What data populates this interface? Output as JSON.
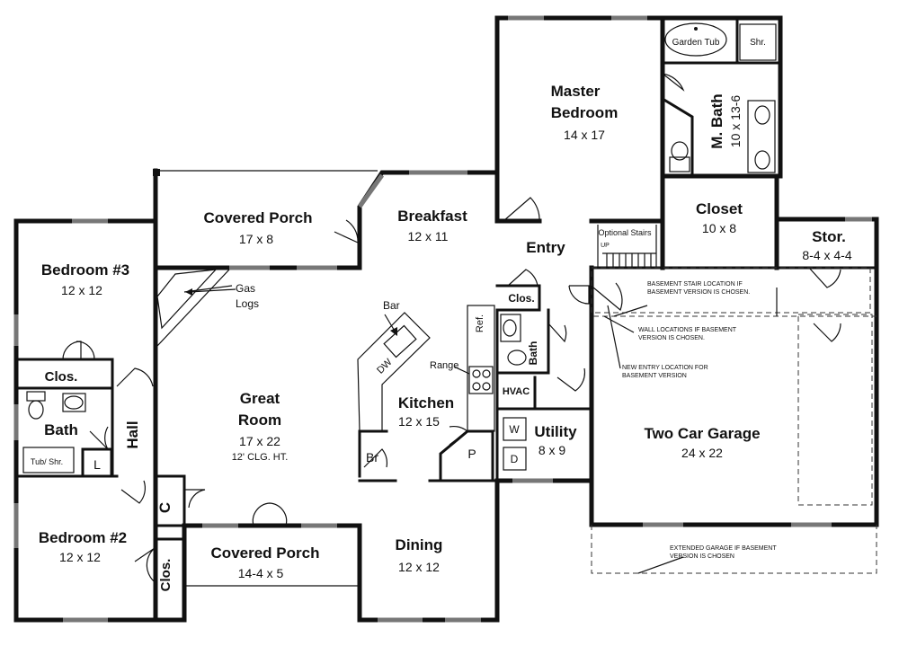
{
  "rooms": {
    "master_bedroom": {
      "name": "Master",
      "name2": "Bedroom",
      "dim": "14 x 17"
    },
    "m_bath": {
      "name": "M. Bath",
      "dim": "10 x 13-6"
    },
    "closet": {
      "name": "Closet",
      "dim": "10 x 8"
    },
    "covered_porch_top": {
      "name": "Covered Porch",
      "dim": "17 x 8"
    },
    "breakfast": {
      "name": "Breakfast",
      "dim": "12 x 11"
    },
    "entry": {
      "name": "Entry"
    },
    "stor": {
      "name": "Stor.",
      "dim": "8-4 x 4-4"
    },
    "bedroom3": {
      "name": "Bedroom #3",
      "dim": "12 x 12"
    },
    "great_room": {
      "name": "Great",
      "name2": "Room",
      "dim": "17 x 22",
      "note": "12' CLG. HT."
    },
    "kitchen": {
      "name": "Kitchen",
      "dim": "12 x 15"
    },
    "utility": {
      "name": "Utility",
      "dim": "8 x 9"
    },
    "garage": {
      "name": "Two Car Garage",
      "dim": "24 x 22"
    },
    "bath": {
      "name": "Bath"
    },
    "bath_small": {
      "name": "Bath"
    },
    "hall": {
      "name": "Hall"
    },
    "bedroom2": {
      "name": "Bedroom #2",
      "dim": "12 x 12"
    },
    "covered_porch_bottom": {
      "name": "Covered Porch",
      "dim": "14-4 x 5"
    },
    "dining": {
      "name": "Dining",
      "dim": "12 x 12"
    }
  },
  "labels": {
    "garden_tub": "Garden Tub",
    "shr": "Shr.",
    "optional_stairs": "Optional Stairs",
    "up": "UP",
    "gas": "Gas",
    "logs": "Logs",
    "bar": "Bar",
    "dw": "DW",
    "ref": "Ref.",
    "range": "Range",
    "clos_entry": "Clos.",
    "hvac": "HVAC",
    "w": "W",
    "d": "D",
    "p": "P",
    "br": "Br",
    "clos_b3": "Clos.",
    "tub_shr": "Tub/ Shr.",
    "l": "L",
    "c": "C",
    "clos_b2": "Clos."
  },
  "notes": {
    "basement_stair_1": "BASEMENT STAIR LOCATION IF",
    "basement_stair_2": "BASEMENT VERSION IS CHOSEN.",
    "wall_loc_1": "WALL LOCATIONS IF BASEMENT",
    "wall_loc_2": "VERSION IS CHOSEN.",
    "new_entry_1": "NEW ENTRY LOCATION FOR",
    "new_entry_2": "BASEMENT VERSION",
    "ext_garage_1": "EXTENDED GARAGE IF BASEMENT",
    "ext_garage_2": "VERSION IS CHOSEN"
  }
}
